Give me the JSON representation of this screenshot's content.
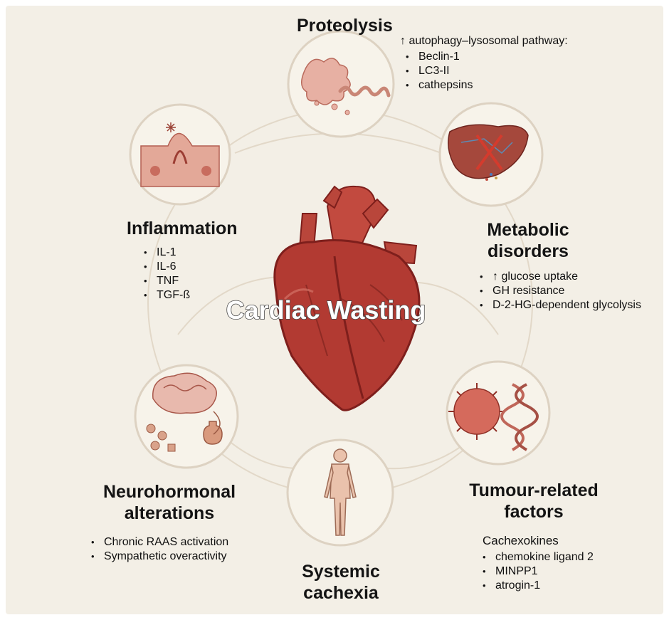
{
  "center_label": "Cardiac Wasting",
  "proteolysis": {
    "title": "Proteolysis",
    "lead": "↑ autophagy–lysosomal pathway:",
    "items": [
      "Beclin-1",
      "LC3-II",
      "cathepsins"
    ]
  },
  "inflammation": {
    "title": "Inflammation",
    "items": [
      "IL-1",
      "IL-6",
      "TNF",
      "TGF-ß"
    ]
  },
  "metabolic": {
    "title_line1": "Metabolic",
    "title_line2": "disorders",
    "items": [
      "↑ glucose uptake",
      "GH resistance",
      "D-2-HG-dependent glycolysis"
    ]
  },
  "neurohormonal": {
    "title_line1": "Neurohormonal",
    "title_line2": "alterations",
    "items": [
      "Chronic RAAS activation",
      "Sympathetic overactivity"
    ]
  },
  "tumour": {
    "title_line1": "Tumour-related",
    "title_line2": "factors",
    "lead": "Cachexokines",
    "items": [
      "chemokine ligand 2",
      "MINPP1",
      "atrogin-1"
    ]
  },
  "systemic": {
    "title_line1": "Systemic",
    "title_line2": "cachexia"
  },
  "colors": {
    "background": "#f3efe6",
    "circle_fill": "#f7f3ea",
    "circle_stroke": "#ddd2c2",
    "heart_red": "#b23a32",
    "heart_dark": "#7e1f1c",
    "tissue_pink": "#e3a898"
  }
}
